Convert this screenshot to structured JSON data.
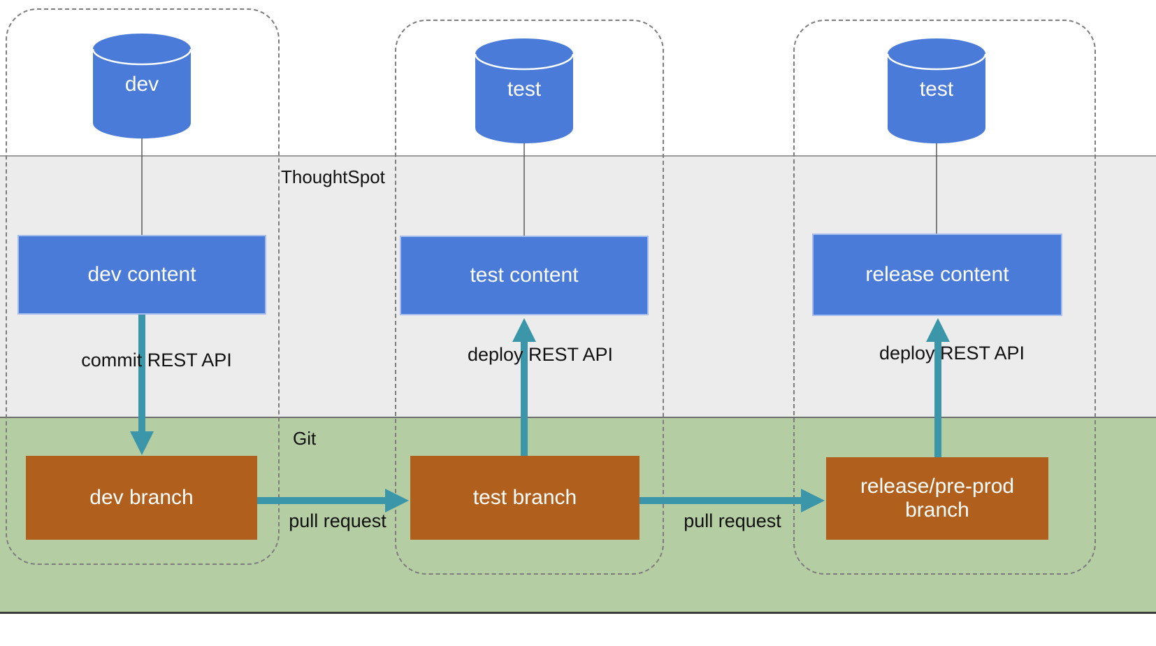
{
  "colors": {
    "blue": "#4b7bd9",
    "brown": "#b0601c",
    "teal": "#3a96a8",
    "gray_band": "#ececec",
    "green_band": "#b5cda3"
  },
  "bands": {
    "thoughtspot": "ThoughtSpot",
    "git": "Git"
  },
  "columns": [
    {
      "database": "dev",
      "content": "dev content",
      "branch": "dev branch"
    },
    {
      "database": "test",
      "content": "test content",
      "branch": "test branch"
    },
    {
      "database": "test",
      "content": "release content",
      "branch": "release/pre-prod branch"
    }
  ],
  "edges": {
    "commit": "commit REST API",
    "deploy_test": "deploy REST API",
    "deploy_release": "deploy REST API",
    "pull_1": "pull request",
    "pull_2": "pull request"
  }
}
